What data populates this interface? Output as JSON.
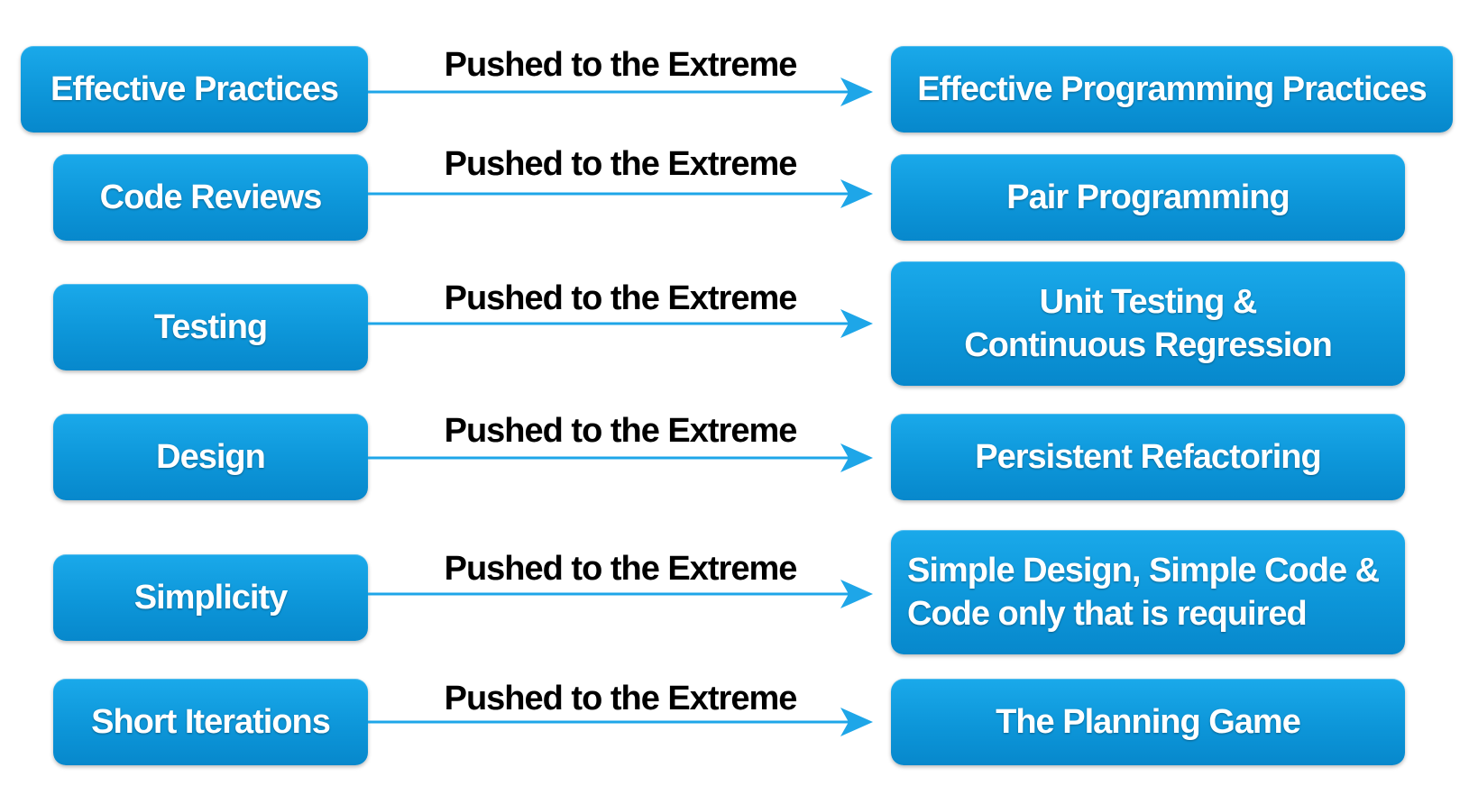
{
  "arrow_color": "#1ea6e8",
  "box_color": "#0d96d9",
  "rows": [
    {
      "from": "Effective Practices",
      "label": "Pushed to the Extreme",
      "to": "Effective Programming Practices"
    },
    {
      "from": "Code Reviews",
      "label": "Pushed to the Extreme",
      "to": "Pair Programming"
    },
    {
      "from": "Testing",
      "label": "Pushed to the Extreme",
      "to": "Unit Testing &\nContinuous Regression"
    },
    {
      "from": "Design",
      "label": "Pushed to the Extreme",
      "to": "Persistent Refactoring"
    },
    {
      "from": "Simplicity",
      "label": "Pushed to the Extreme",
      "to": "Simple Design, Simple Code &\nCode only that is required"
    },
    {
      "from": "Short Iterations",
      "label": "Pushed to the Extreme",
      "to": "The Planning Game"
    }
  ]
}
